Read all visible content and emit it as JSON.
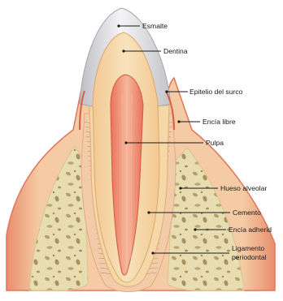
{
  "labels": {
    "esmalte": "Esmalte",
    "dentina": "Dentina",
    "epitelio": "Epitelio del surco",
    "encia_libre": "Encía libre",
    "pulpa": "Pulpa",
    "hueso": "Hueso alveolar",
    "cemento": "Cemento",
    "encia_adherida": "Encía adherid",
    "ligamento_1": "Ligamento",
    "ligamento_2": "periodontal"
  },
  "colors": {
    "enamel": "#dcdcde",
    "dentin": "#f6dcae",
    "pulp": "#ec7a60",
    "gum": "#f3c39a",
    "gum_edge": "#e2735b",
    "bone": "#e7dcae",
    "bone_spot": "#b4a06a",
    "ligament": "#f1c7a7"
  },
  "icons": [
    "arrowhead-dot"
  ]
}
